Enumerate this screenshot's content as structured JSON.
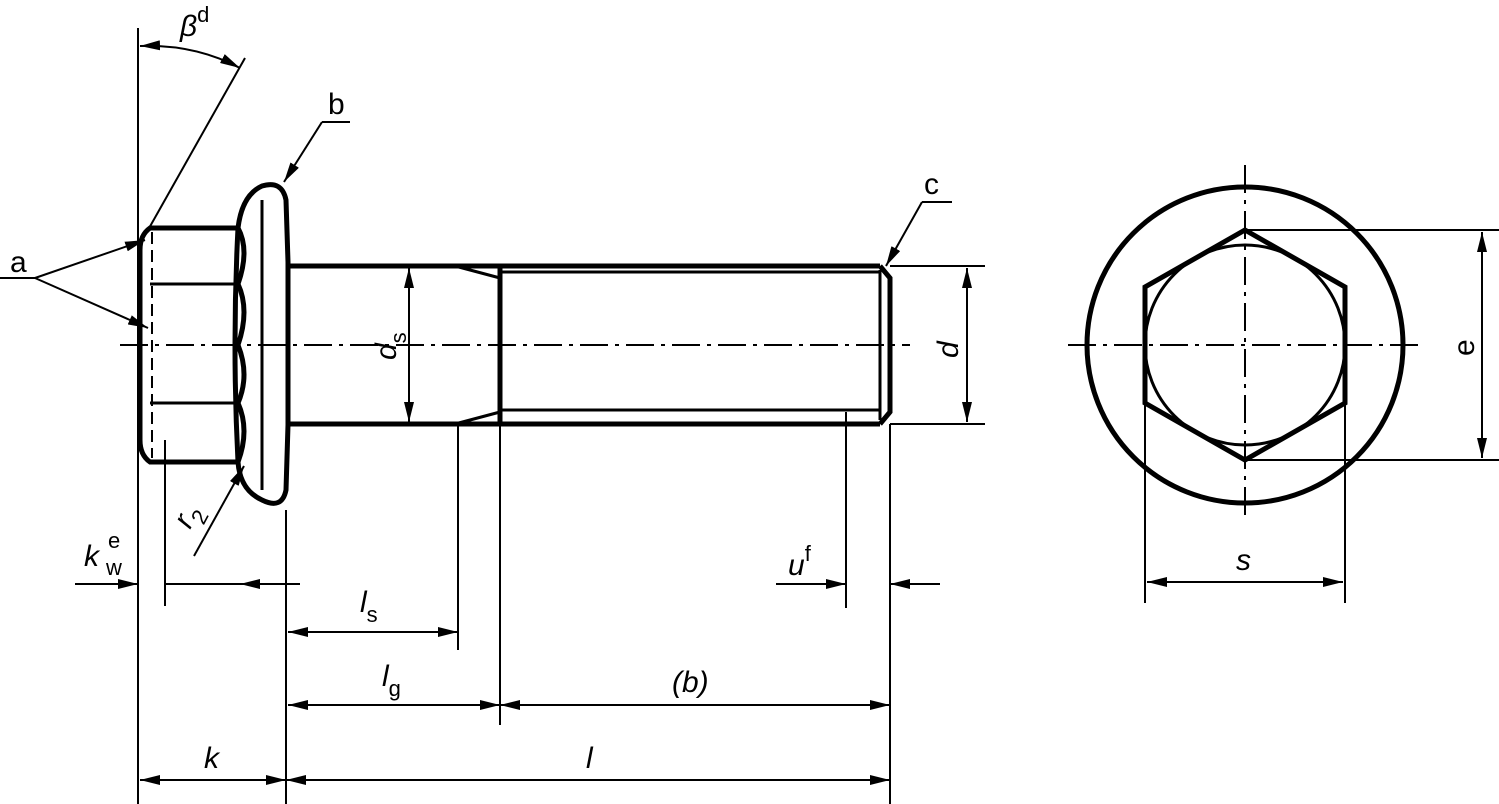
{
  "labels": {
    "a": "a",
    "b": "b",
    "c": "c",
    "beta": "β",
    "beta_sup": "d",
    "d_s": "d",
    "d_s_sub": "s",
    "d": "d",
    "r2": "r",
    "r2_sub": "2",
    "kw": "k",
    "kw_sub": "w",
    "kw_sup": "e",
    "u": "u",
    "u_sup": "f",
    "l_s": "l",
    "l_s_sub": "s",
    "l_g": "l",
    "l_g_sub": "g",
    "b_paren": "(b)",
    "k": "k",
    "l": "l",
    "e": "e",
    "s": "s"
  }
}
